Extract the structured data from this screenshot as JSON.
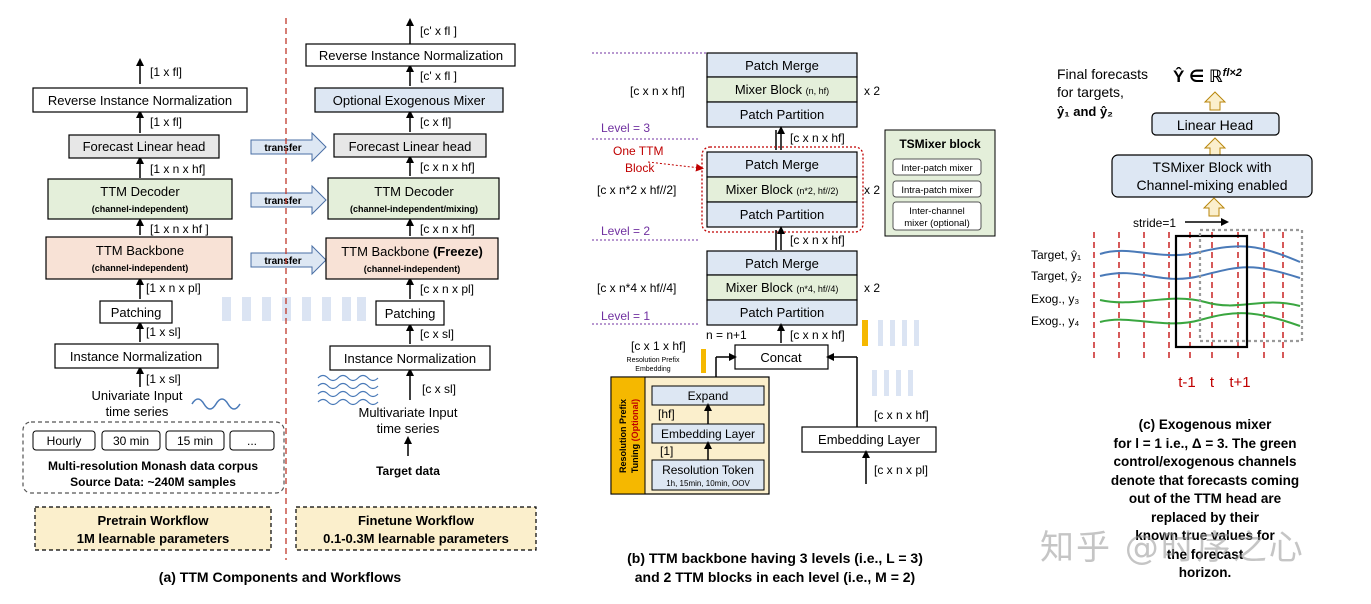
{
  "colors": {
    "box_plain": "#ffffff",
    "box_gray": "#e7e7e7",
    "box_green": "#e4efda",
    "box_peach": "#f8e2d6",
    "box_blue": "#dde7f3",
    "box_yellow": "#fbefcc",
    "orange": "#f5b800",
    "purple": "#7030a0",
    "red": "#c00000",
    "wave_blue": "#4a7ab8",
    "wave_green": "#3aa640",
    "box_border": "#000000",
    "dashed_gray": "#555555",
    "dashed_divider": "#c0392b",
    "pale_bar": "#dbe4f3"
  },
  "panel_a": {
    "pretrain": {
      "shape_fl": "[1 x fl]",
      "rin": "Reverse Instance Normalization",
      "shape_fl2": "[1 x fl]",
      "head": "Forecast Linear head",
      "shape_nhf": "[1 x  n x hf]",
      "decoder": "TTM Decoder",
      "decoder_sub": "(channel-independent)",
      "shape_nhf2": "[1 x n x hf ]",
      "backbone": "TTM Backbone",
      "backbone_sub": "(channel-independent)",
      "shape_npl": "[1 x n x pl]",
      "patching": "Patching",
      "shape_sl": "[1 x sl]",
      "instnorm": "Instance Normalization",
      "shape_sl2": "[1 x sl]",
      "input_l1": "Univariate Input",
      "input_l2": "time series",
      "res_options": [
        "Hourly",
        "30 min",
        "15 min",
        "..."
      ],
      "corpus_l1": "Multi-resolution Monash data corpus",
      "corpus_l2": "Source Data: ~240M samples",
      "workflow_l1": "Pretrain Workflow",
      "workflow_l2": "1M learnable parameters"
    },
    "transfer": [
      "transfer",
      "transfer",
      "transfer"
    ],
    "finetune": {
      "shape_top": "[c' x fl ]",
      "rin": "Reverse Instance Normalization",
      "shape_fl": "[c' x fl ]",
      "exo": "Optional Exogenous Mixer",
      "shape_cfl": "[c x fl]",
      "head": "Forecast Linear head",
      "shape_cnhf": "[c x n x hf]",
      "decoder": "TTM Decoder",
      "decoder_sub": "(channel-independent/mixing)",
      "shape_cnhf2": "[c x n x hf]",
      "backbone": "TTM Backbone ",
      "backbone_bold": "(Freeze)",
      "backbone_sub": "(channel-independent)",
      "shape_cnpl": "[c x n x pl]",
      "patching": "Patching",
      "shape_csl": "[c x sl]",
      "instnorm": "Instance Normalization",
      "shape_csl2": "[c x sl]",
      "input_l1": "Multivariate Input",
      "input_l2": "time series",
      "target": "Target data",
      "workflow_l1": "Finetune Workflow",
      "workflow_l2": "0.1-0.3M learnable parameters"
    },
    "caption": "(a) TTM Components and Workflows"
  },
  "panel_b": {
    "level3": {
      "merge": "Patch Merge",
      "mixer": "Mixer Block ",
      "mixer_sub": "(n, hf)",
      "partition": "Patch Partition",
      "shape": "[c x n x hf]",
      "times": "x 2",
      "label": "Level = 3"
    },
    "ttm_block_label_l1": "One TTM",
    "ttm_block_label_l2": "Block",
    "level2": {
      "shape_top": "[c x n x hf]",
      "merge": "Patch Merge",
      "mixer": "Mixer Block ",
      "mixer_sub": "(n*2, hf//2)",
      "partition": "Patch Partition",
      "shape": "[c x n*2 x hf//2]",
      "times": "x 2",
      "label": "Level = 2"
    },
    "level1": {
      "shape_top": "[c x n x hf]",
      "merge": "Patch Merge",
      "mixer": "Mixer Block ",
      "mixer_sub": "(n*4, hf//4)",
      "partition": "Patch Partition",
      "shape": "[c x n*4 x hf//4]",
      "times": "x 2",
      "label": "Level = 1"
    },
    "tsmixer": {
      "title": "TSMixer block",
      "items": [
        "Inter-patch mixer",
        "Intra-patch mixer"
      ],
      "item3_l1": "Inter-channel",
      "item3_l2": "mixer (optional)"
    },
    "n_eq": "n = n+1",
    "shape_concat_out": "[c x n x hf]",
    "concat": "Concat",
    "shape_c1hf": "[c x 1 x hf]",
    "rpe_l1": "Resolution Prefix",
    "rpe_l2": "Embedding",
    "rpt_title_l1": "Resolution Prefix",
    "rpt_title_l2a": "Tuning ",
    "rpt_title_l2b": "(Optional)",
    "expand": "Expand",
    "shape_hf": "[hf]",
    "embed_small": "Embedding Layer",
    "shape_one": "[1]",
    "res_token": "Resolution Token",
    "res_token_sub": "1h, 15min, 10min, OOV",
    "embed_big": "Embedding Layer",
    "shape_cnhf_in": "[c x n x hf]",
    "shape_cnpl_in": "[c x n x pl]",
    "caption_l1": "(b) TTM backbone having 3 levels (i.e., L = 3)",
    "caption_l2": "and 2 TTM blocks in each level (i.e., M = 2)"
  },
  "panel_c": {
    "final_l1": "Final forecasts",
    "final_l2": "for targets,",
    "final_l3": "ŷ₁ and ŷ₂",
    "formula": "Ŷ ∈ ℝ",
    "formula_sup": "fl×2",
    "linear_head": "Linear Head",
    "tsmixer_l1": "TSMixer Block with",
    "tsmixer_l2": "Channel-mixing enabled",
    "stride": "stride=1",
    "rows": [
      "Target, ŷ₁",
      "Target, ŷ₂",
      "Exog., y₃",
      "Exog., y₄"
    ],
    "ticks": [
      "t-1",
      "t",
      "t+1"
    ],
    "caption_lines": [
      "(c) Exogenous mixer",
      "for l = 1 i.e., Δ = 3. The green",
      "control/exogenous channels",
      "denote that forecasts coming",
      "out of the TTM head are",
      "replaced by their",
      "known true values for",
      "the forecast",
      "horizon."
    ]
  },
  "watermark": "知乎 @时序之心"
}
